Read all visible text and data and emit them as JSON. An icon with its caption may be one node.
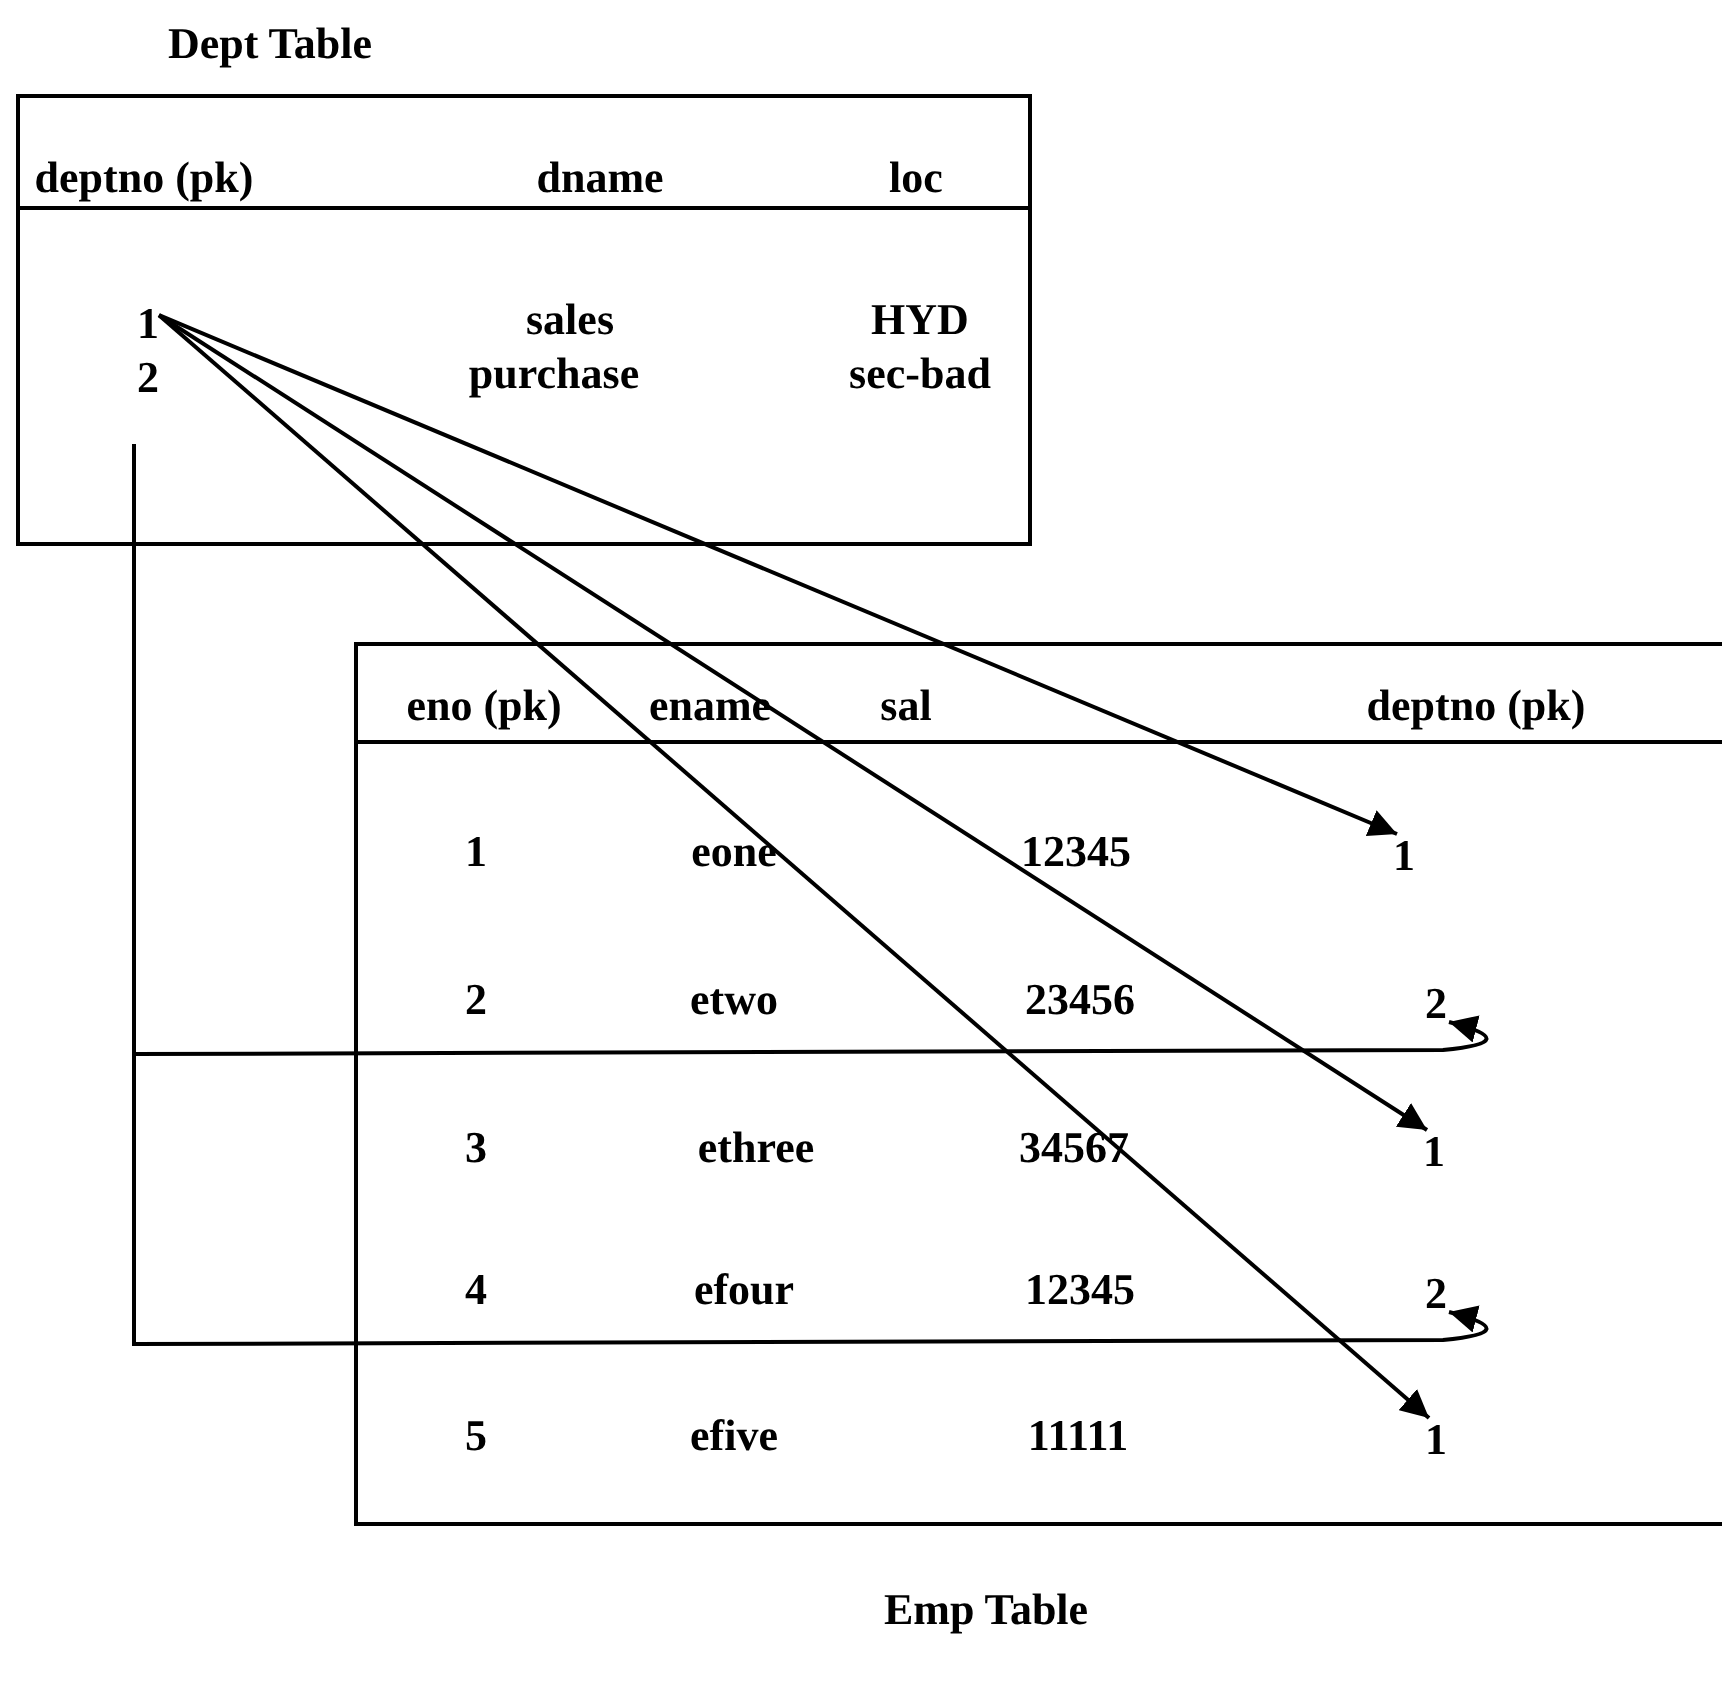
{
  "diagram": {
    "nodes": [
      {
        "text": [],
        "shape": "box"
      },
      {
        "text": [
          "1"
        ],
        "in": 0
      },
      {
        "text": [
          "2"
        ],
        "in": 0
      },
      {
        "text": [],
        "shape": "box"
      },
      {
        "text": [
          "1"
        ],
        "in": 3
      },
      {
        "text": [
          "2"
        ],
        "in": 3
      },
      {
        "text": [
          "1"
        ],
        "in": 3
      },
      {
        "text": [
          "2"
        ],
        "in": 3
      },
      {
        "text": [
          "1"
        ],
        "in": 3
      }
    ],
    "edges": [
      {
        "from": 1,
        "to": 4,
        "arrow": "to"
      },
      {
        "from": 1,
        "to": 6,
        "arrow": "to"
      },
      {
        "from": 1,
        "to": 8,
        "arrow": "to"
      },
      {
        "from": 2,
        "to": 5,
        "arrow": "to"
      },
      {
        "from": 2,
        "to": 7,
        "arrow": "to"
      }
    ],
    "labels": [
      "Dept Table",
      "deptno (pk)",
      "dname",
      "loc",
      "sales",
      "HYD",
      "purchase",
      "sec-bad",
      "eno (pk)",
      "ename",
      "sal",
      "deptno (pk)",
      "1",
      "eone",
      "12345",
      "2",
      "etwo",
      "23456",
      "3",
      "ethree",
      "34567",
      "4",
      "efour",
      "12345",
      "5",
      "efive",
      "11111",
      "Emp Table"
    ]
  }
}
